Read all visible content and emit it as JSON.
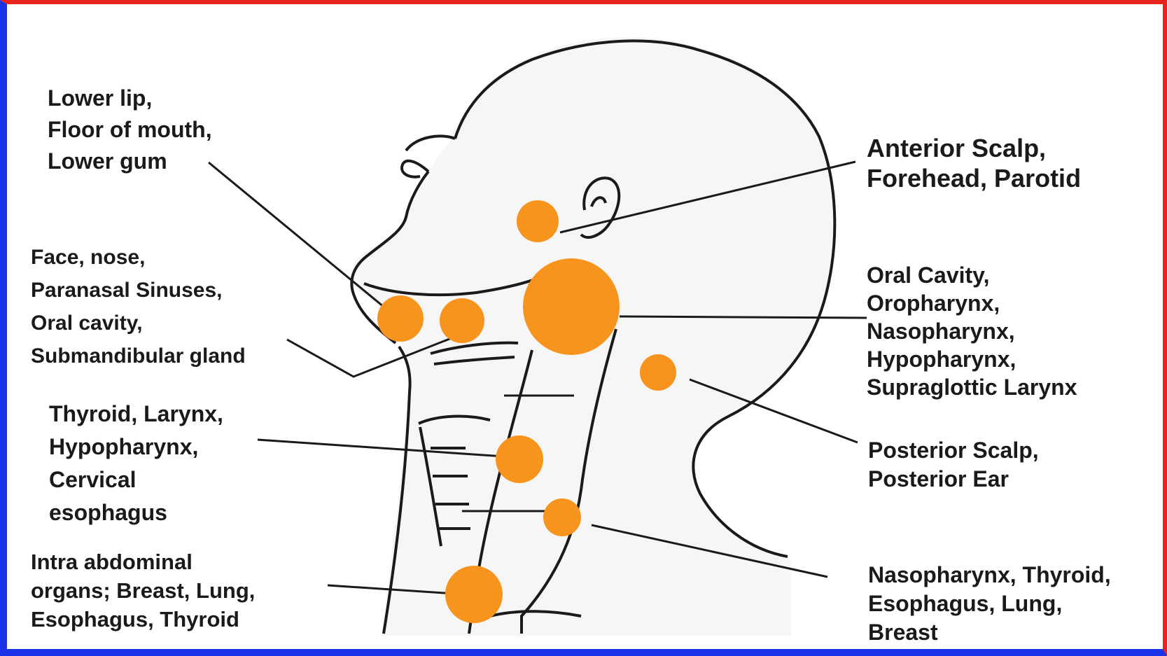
{
  "labels": {
    "lower_lip_group": [
      "Lower lip,",
      "Floor of mouth,",
      "Lower gum"
    ],
    "face_group": [
      "Face, nose,",
      "Paranasal Sinuses,",
      "Oral cavity,",
      "Submandibular gland"
    ],
    "thyroid_group": [
      "Thyroid, Larynx,",
      "Hypopharynx,",
      "Cervical",
      "esophagus"
    ],
    "abdominal_group": [
      "Intra abdominal",
      "organs; Breast, Lung,",
      "Esophagus, Thyroid"
    ],
    "anterior_scalp_group": [
      "Anterior Scalp,",
      "Forehead, Parotid"
    ],
    "oral_cavity_group": [
      "Oral Cavity,",
      "Oropharynx,",
      "Nasopharynx,",
      "Hypopharynx,",
      "Supraglottic Larynx"
    ],
    "posterior_scalp_group": [
      "Posterior Scalp,",
      "Posterior Ear"
    ],
    "nasopharynx_group": [
      "Nasopharynx, Thyroid,",
      "Esophagus, Lung,",
      "Breast"
    ]
  },
  "colors": {
    "node": "#f7941d",
    "outline": "#1a1a1a",
    "skin": "#f6f6f6",
    "frame_top_right": "#e8231e",
    "frame_bottom_left": "#1a33e6"
  }
}
